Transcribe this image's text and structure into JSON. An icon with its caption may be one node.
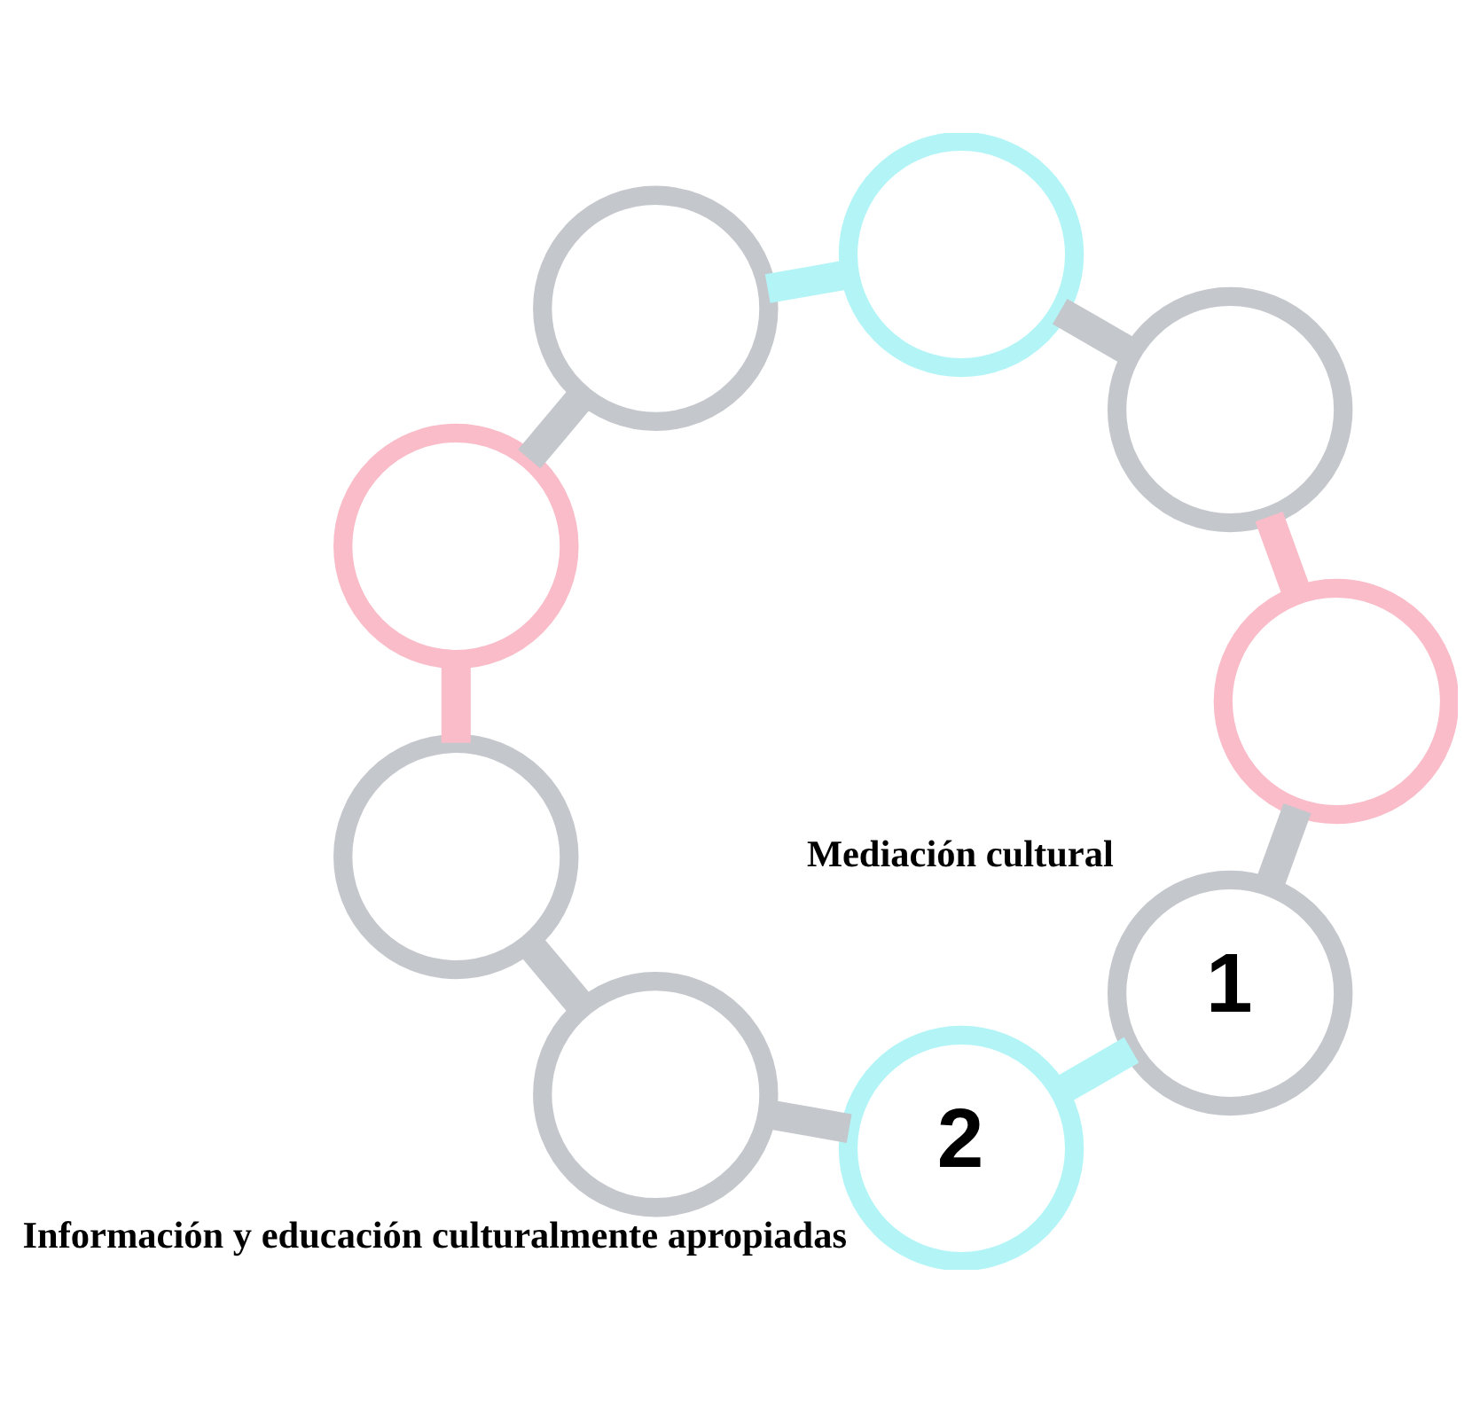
{
  "diagram": {
    "nodes": [
      {
        "text": [
          "1"
        ],
        "beside": [
          "Mediación cultural"
        ]
      },
      {
        "text": [
          "2"
        ],
        "beside": [
          "Información y educación culturalmente apropiadas"
        ]
      },
      {
        "text": [],
        "shape": "circle"
      },
      {
        "text": [],
        "shape": "circle"
      },
      {
        "text": [],
        "shape": "circle"
      },
      {
        "text": [],
        "shape": "circle"
      },
      {
        "text": [],
        "shape": "circle"
      },
      {
        "text": [],
        "shape": "circle"
      },
      {
        "text": [],
        "shape": "circle"
      }
    ],
    "edges": [
      {
        "from": 0,
        "to": 1,
        "arrow": "none",
        "color": "#b3f5f7"
      },
      {
        "from": 1,
        "to": 2,
        "arrow": "none"
      },
      {
        "from": 2,
        "to": 3,
        "arrow": "none"
      },
      {
        "from": 3,
        "to": 4,
        "arrow": "none",
        "color": "#f9bcc8"
      },
      {
        "from": 4,
        "to": 5,
        "arrow": "none"
      },
      {
        "from": 5,
        "to": 6,
        "arrow": "none",
        "color": "#b3f5f7"
      },
      {
        "from": 6,
        "to": 7,
        "arrow": "none"
      },
      {
        "from": 7,
        "to": 8,
        "arrow": "none",
        "color": "#f9bcc8"
      },
      {
        "from": 8,
        "to": 0,
        "arrow": "none"
      }
    ]
  }
}
